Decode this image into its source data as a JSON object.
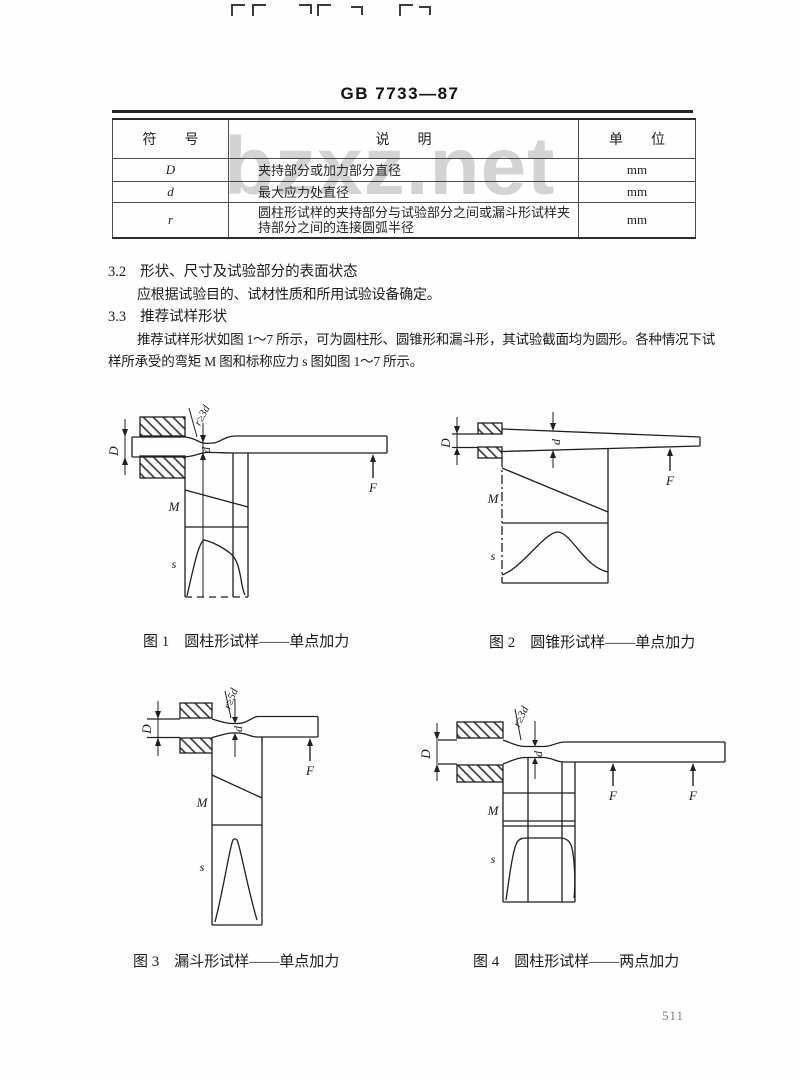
{
  "header": {
    "title": "GB 7733—87"
  },
  "watermark": {
    "text": "bzxz.net"
  },
  "table": {
    "headers": [
      "符　　号",
      "说　　明",
      "单　　位"
    ],
    "rows": [
      {
        "symbol": "D",
        "desc": "夹持部分或加力部分直径",
        "unit": "mm"
      },
      {
        "symbol": "d",
        "desc": "最大应力处直径",
        "unit": "mm"
      },
      {
        "symbol": "r",
        "desc": "圆柱形试样的夹持部分与试验部分之间或漏斗形试样夹持部分之间的连接圆弧半径",
        "unit": "mm"
      }
    ]
  },
  "sections": {
    "s32_num": "3.2",
    "s32_title": "形状、尺寸及试验部分的表面状态",
    "s32_body": "应根据试验目的、试材性质和所用试验设备确定。",
    "s33_num": "3.3",
    "s33_title": "推荐试样形状",
    "s33_line1": "推荐试样形状如图 1～7 所示，可为圆柱形、圆锥形和漏斗形，其试验截面均为圆形。各种情况下试",
    "s33_line2": "样所承受的弯矩 M 图和标称应力 s 图如图 1～7 所示。"
  },
  "figures": [
    {
      "cap_label": "图 1",
      "caption": "圆柱形试样——单点加力",
      "labels": {
        "D": "D",
        "d": "d",
        "r": "r≥3d",
        "F": "F",
        "M": "M",
        "s": "s"
      }
    },
    {
      "cap_label": "图 2",
      "caption": "圆锥形试样——单点加力",
      "labels": {
        "D": "D",
        "d": "d",
        "F": "F",
        "M": "M",
        "s": "s"
      }
    },
    {
      "cap_label": "图 3",
      "caption": "漏斗形试样——单点加力",
      "labels": {
        "D": "D",
        "d": "d",
        "r": "r≥5d",
        "F": "F",
        "M": "M",
        "s": "s"
      }
    },
    {
      "cap_label": "图 4",
      "caption": "圆柱形试样——两点加力",
      "labels": {
        "D": "D",
        "d": "d",
        "r": "r≥3d",
        "F": "F",
        "F2": "F",
        "M": "M",
        "s": "s"
      }
    }
  ],
  "footer": {
    "page_number": "511"
  }
}
